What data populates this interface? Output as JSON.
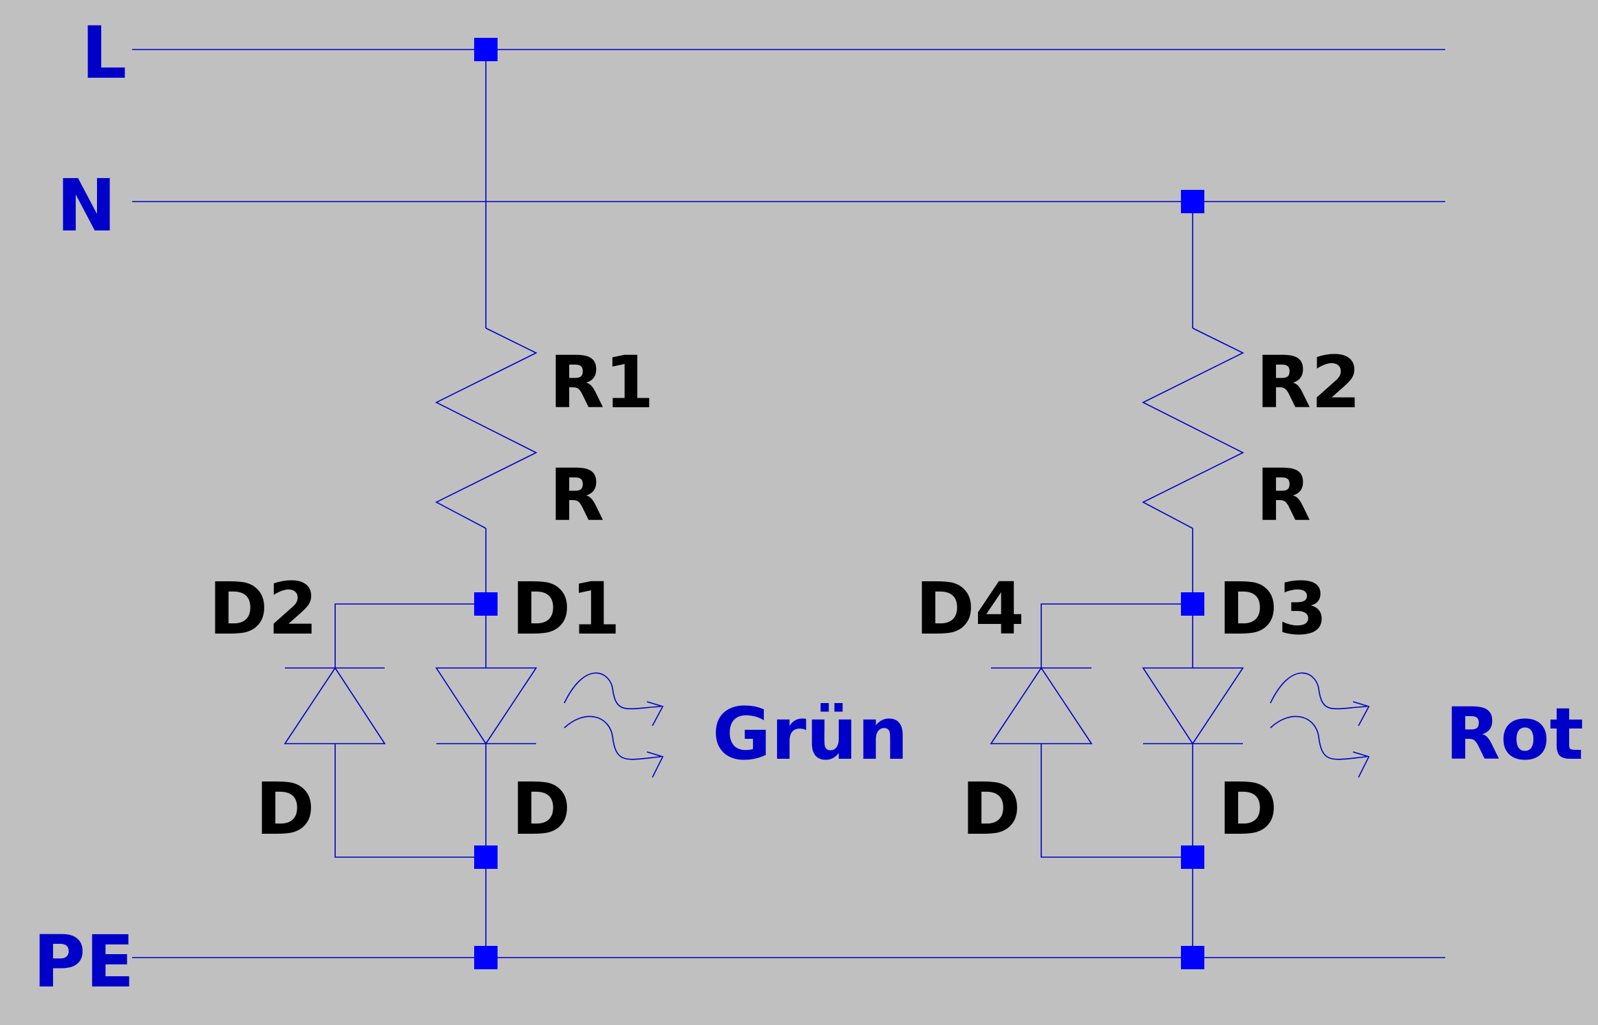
{
  "colors": {
    "background": "#c0c0c0",
    "wire": "#0000c8",
    "junction": "#0000ff",
    "net_label": "#0000c8",
    "component_label": "#000000"
  },
  "nets": {
    "l": "L",
    "n": "N",
    "pe": "PE"
  },
  "left_branch": {
    "resistor_name": "R1",
    "resistor_value": "R",
    "led_name": "D1",
    "led_value": "D",
    "diode_name": "D2",
    "diode_value": "D",
    "color_label": "Grün"
  },
  "right_branch": {
    "resistor_name": "R2",
    "resistor_value": "R",
    "led_name": "D3",
    "led_value": "D",
    "diode_name": "D4",
    "diode_value": "D",
    "color_label": "Rot"
  }
}
